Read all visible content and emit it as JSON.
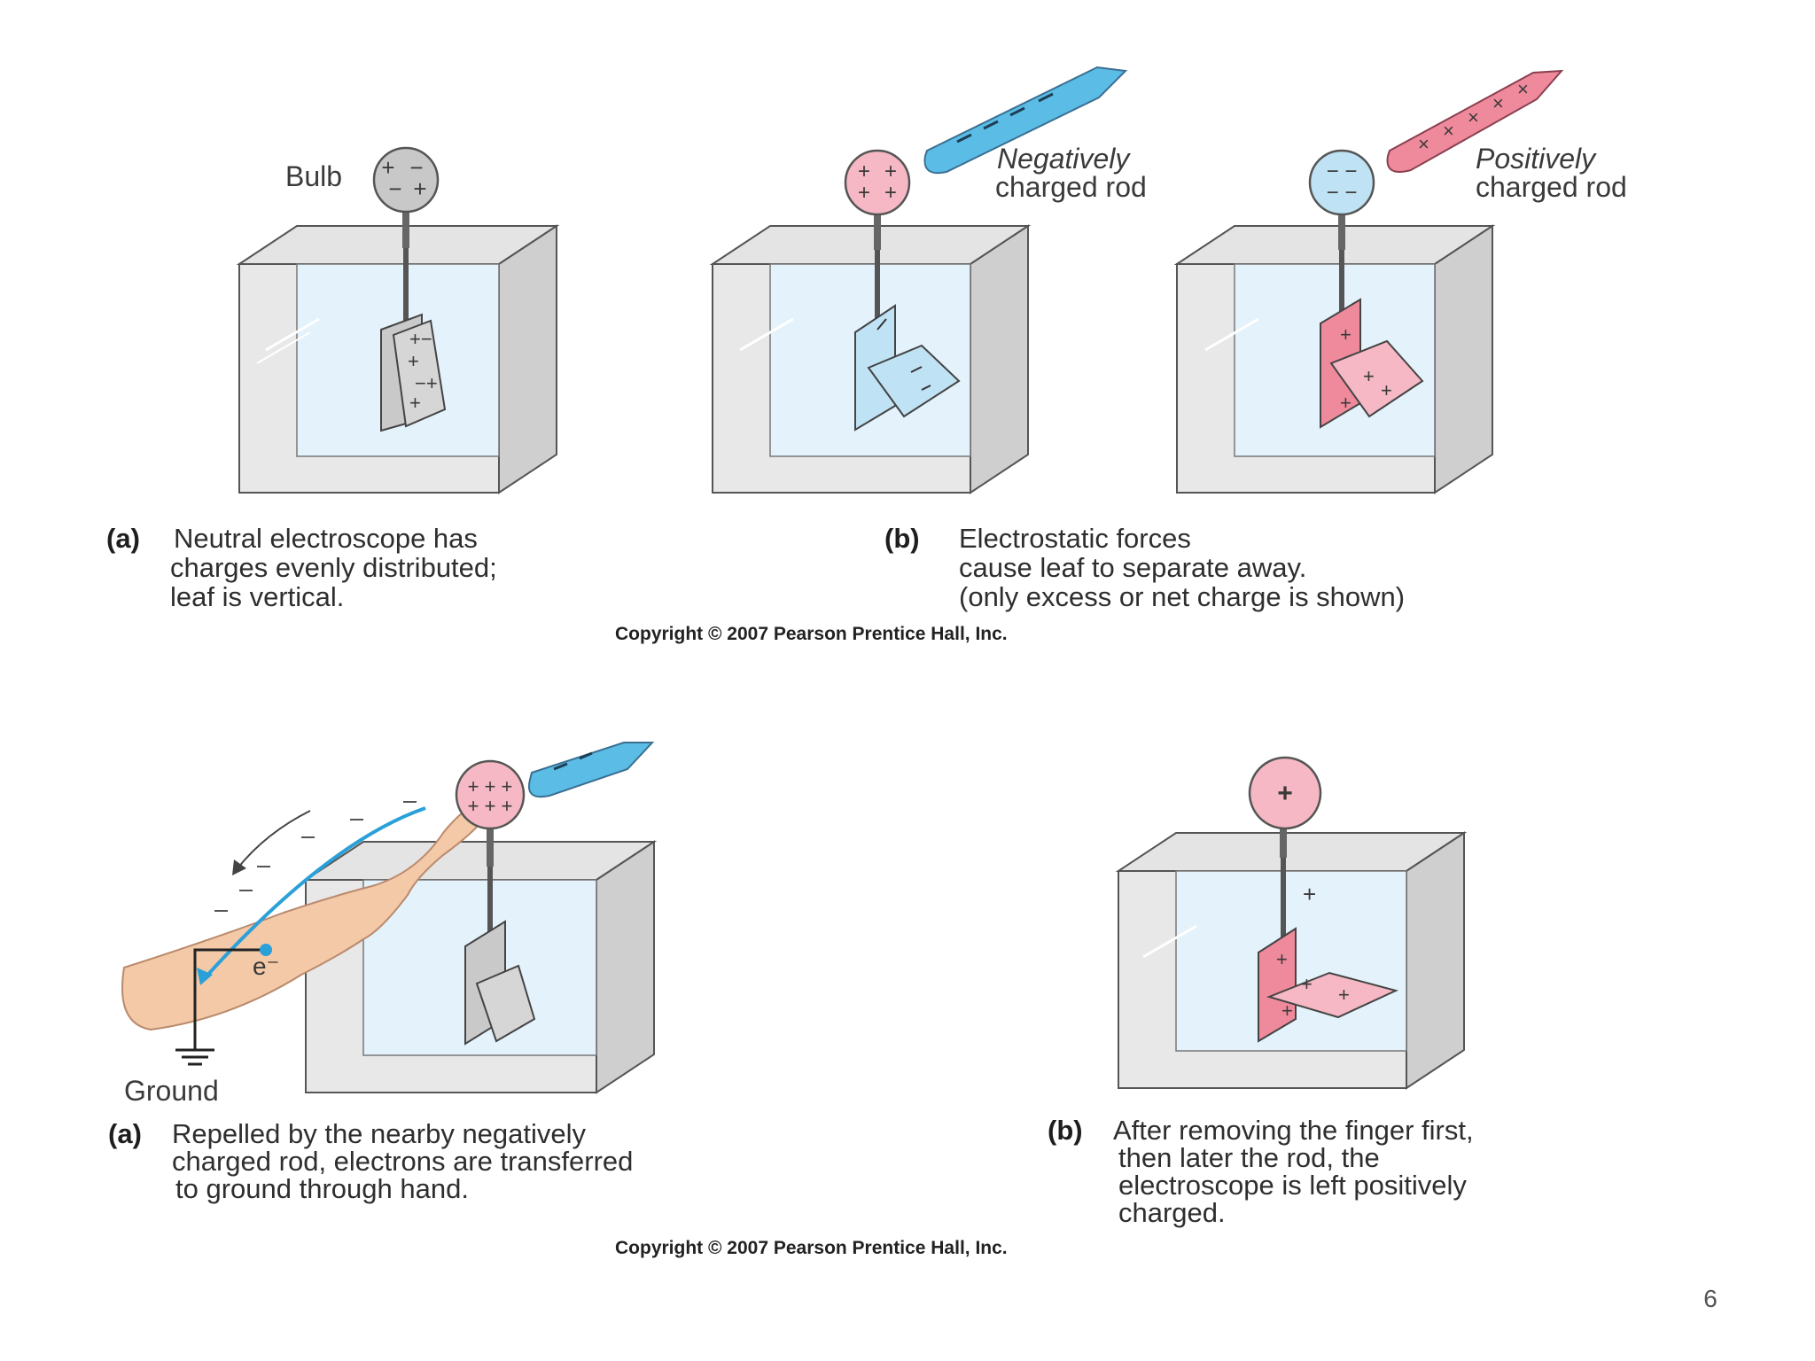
{
  "top_panel": {
    "labels": {
      "bulb": "Bulb",
      "neg_rod": [
        "Negatively",
        "charged rod"
      ],
      "pos_rod": [
        "Positively",
        "charged rod"
      ]
    },
    "captions": {
      "a_tag": "(a)",
      "a_lines": [
        "Neutral electroscope has",
        "charges evenly distributed;",
        "leaf is vertical."
      ],
      "b_tag": "(b)",
      "b_lines": [
        "Electrostatic forces",
        "cause leaf to separate away.",
        "(only excess or net charge is shown)"
      ]
    },
    "copyright": "Copyright © 2007 Pearson Prentice Hall, Inc."
  },
  "bottom_panel": {
    "labels": {
      "ground": "Ground",
      "electron": "e⁻"
    },
    "captions": {
      "a_tag": "(a)",
      "a_lines": [
        "Repelled by the nearby negatively",
        "charged rod, electrons are transferred",
        "to ground through hand."
      ],
      "b_tag": "(b)",
      "b_lines": [
        "After removing the finger first,",
        "then later the rod, the",
        "electroscope is left positively",
        "charged."
      ]
    },
    "copyright": "Copyright © 2007 Pearson Prentice Hall, Inc."
  },
  "page_number": "6",
  "colors": {
    "neutral": "#c8c8c8",
    "negative": "#5bbde6",
    "positive": "#ef8a9c",
    "pos_light": "#f5b8c4",
    "neg_light": "#bfe3f4",
    "frame": "#dcdcdc",
    "glass": "#e6f3fb"
  }
}
